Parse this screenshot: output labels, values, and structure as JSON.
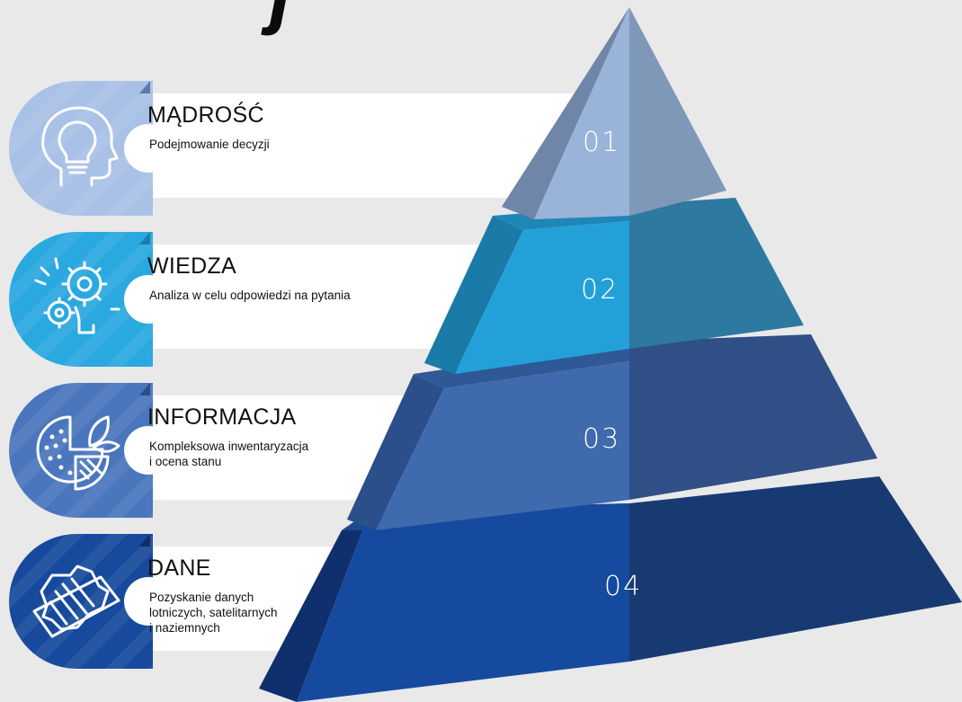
{
  "layers": [
    {
      "number": "01",
      "title": "MĄDROŚĆ",
      "description": "Podejmowanie decyzji",
      "icon": "head-lightbulb-icon",
      "color": "#a9c1e6"
    },
    {
      "number": "02",
      "title": "WIEDZA",
      "description": "Analiza w celu odpowiedzi na pytania",
      "icon": "brain-gears-icon",
      "color": "#2aa8e0"
    },
    {
      "number": "03",
      "title": "INFORMACJA",
      "description": "Kompleksowa inwentaryzacja\ni ocena stanu",
      "icon": "pie-leaf-icon",
      "color": "#4a76bd"
    },
    {
      "number": "04",
      "title": "DANE",
      "description": "Pozyskanie danych\nlotniczych, satelitarnych\ni naziemnych",
      "icon": "map-layers-icon",
      "color": "#17499c"
    }
  ]
}
